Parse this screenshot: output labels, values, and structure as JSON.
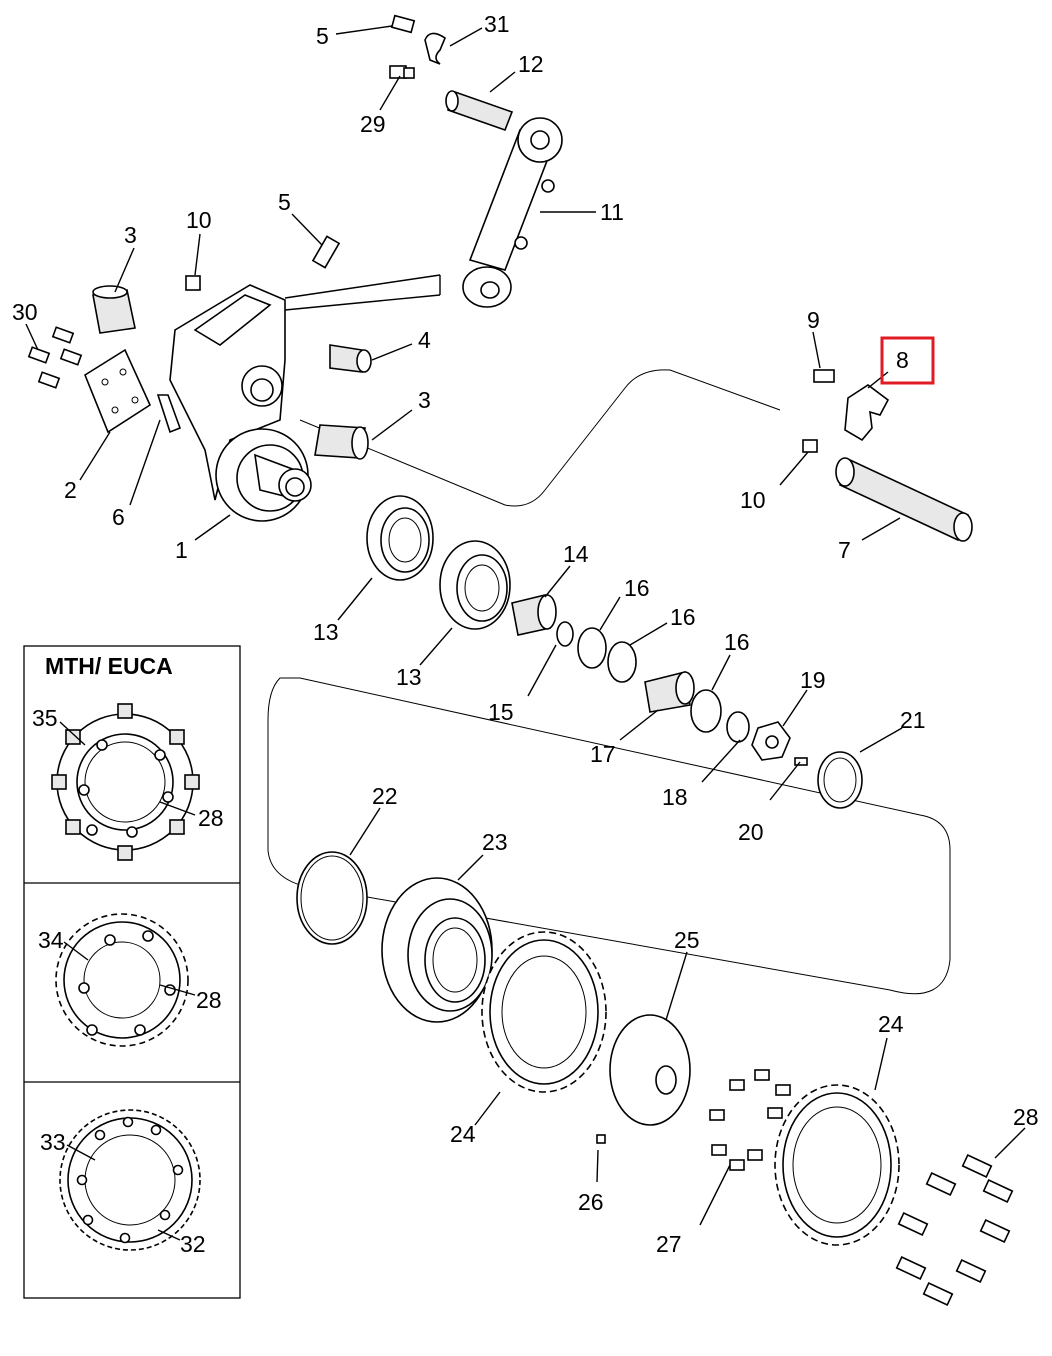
{
  "inset": {
    "title": "MTH/ EUCA"
  },
  "highlight_color": "#e01b24",
  "callouts": {
    "c1": "1",
    "c2": "2",
    "c3a": "3",
    "c3b": "3",
    "c4": "4",
    "c5a": "5",
    "c5b": "5",
    "c6": "6",
    "c7": "7",
    "c8": "8",
    "c9": "9",
    "c10a": "10",
    "c10b": "10",
    "c11": "11",
    "c12": "12",
    "c13a": "13",
    "c13b": "13",
    "c14": "14",
    "c15": "15",
    "c16a": "16",
    "c16b": "16",
    "c16c": "16",
    "c17": "17",
    "c18": "18",
    "c19": "19",
    "c20": "20",
    "c21": "21",
    "c22": "22",
    "c23": "23",
    "c24a": "24",
    "c24b": "24",
    "c25": "25",
    "c26": "26",
    "c27": "27",
    "c28a": "28",
    "c28b": "28",
    "c28c": "28",
    "c29": "29",
    "c30": "30",
    "c31": "31",
    "c32": "32",
    "c33": "33",
    "c34": "34",
    "c35": "35"
  }
}
